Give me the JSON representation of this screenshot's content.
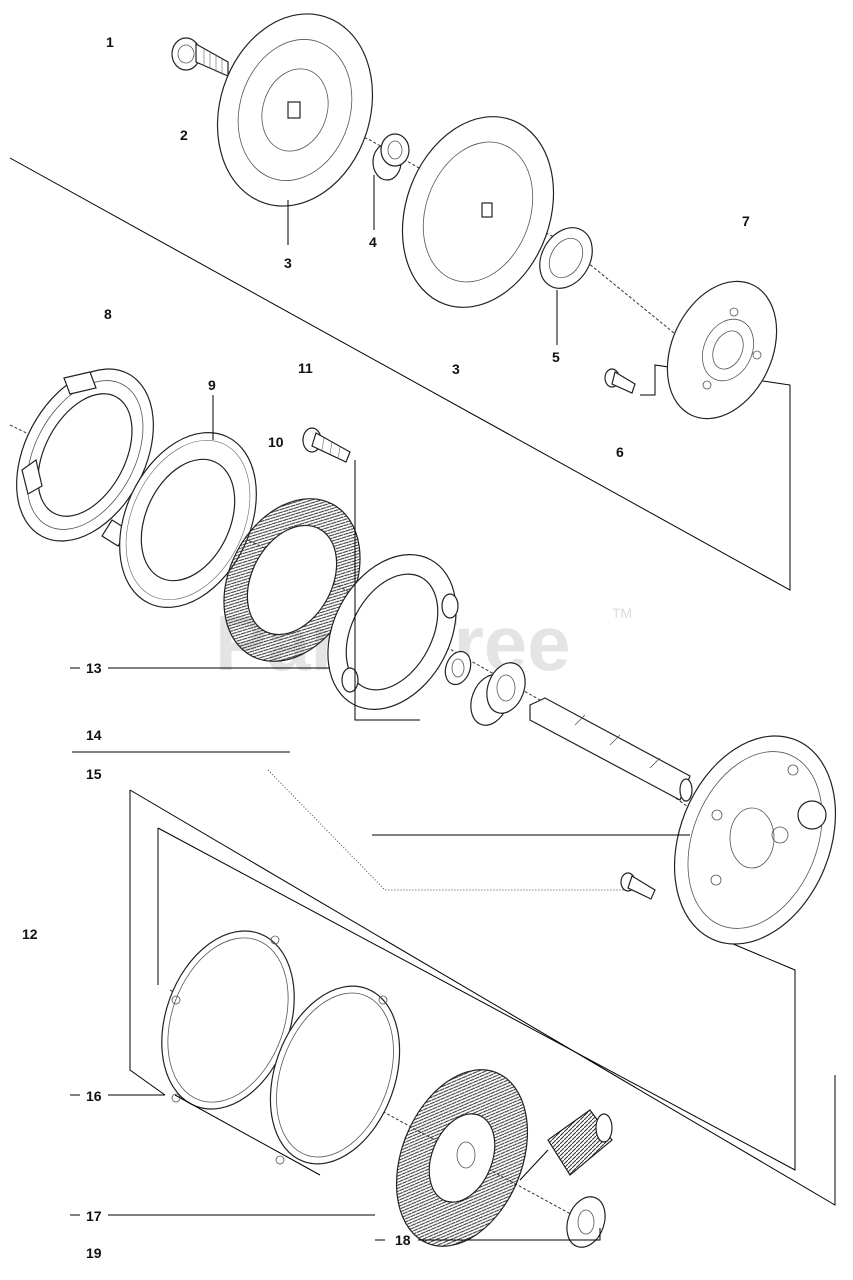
{
  "watermark": {
    "text": "PartsTree",
    "tm": "TM"
  },
  "callouts": [
    "1",
    "2",
    "3",
    "4",
    "3",
    "5",
    "6",
    "7",
    "8",
    "9",
    "10",
    "11",
    "12",
    "13",
    "14",
    "15",
    "16",
    "17",
    "18",
    "19"
  ]
}
